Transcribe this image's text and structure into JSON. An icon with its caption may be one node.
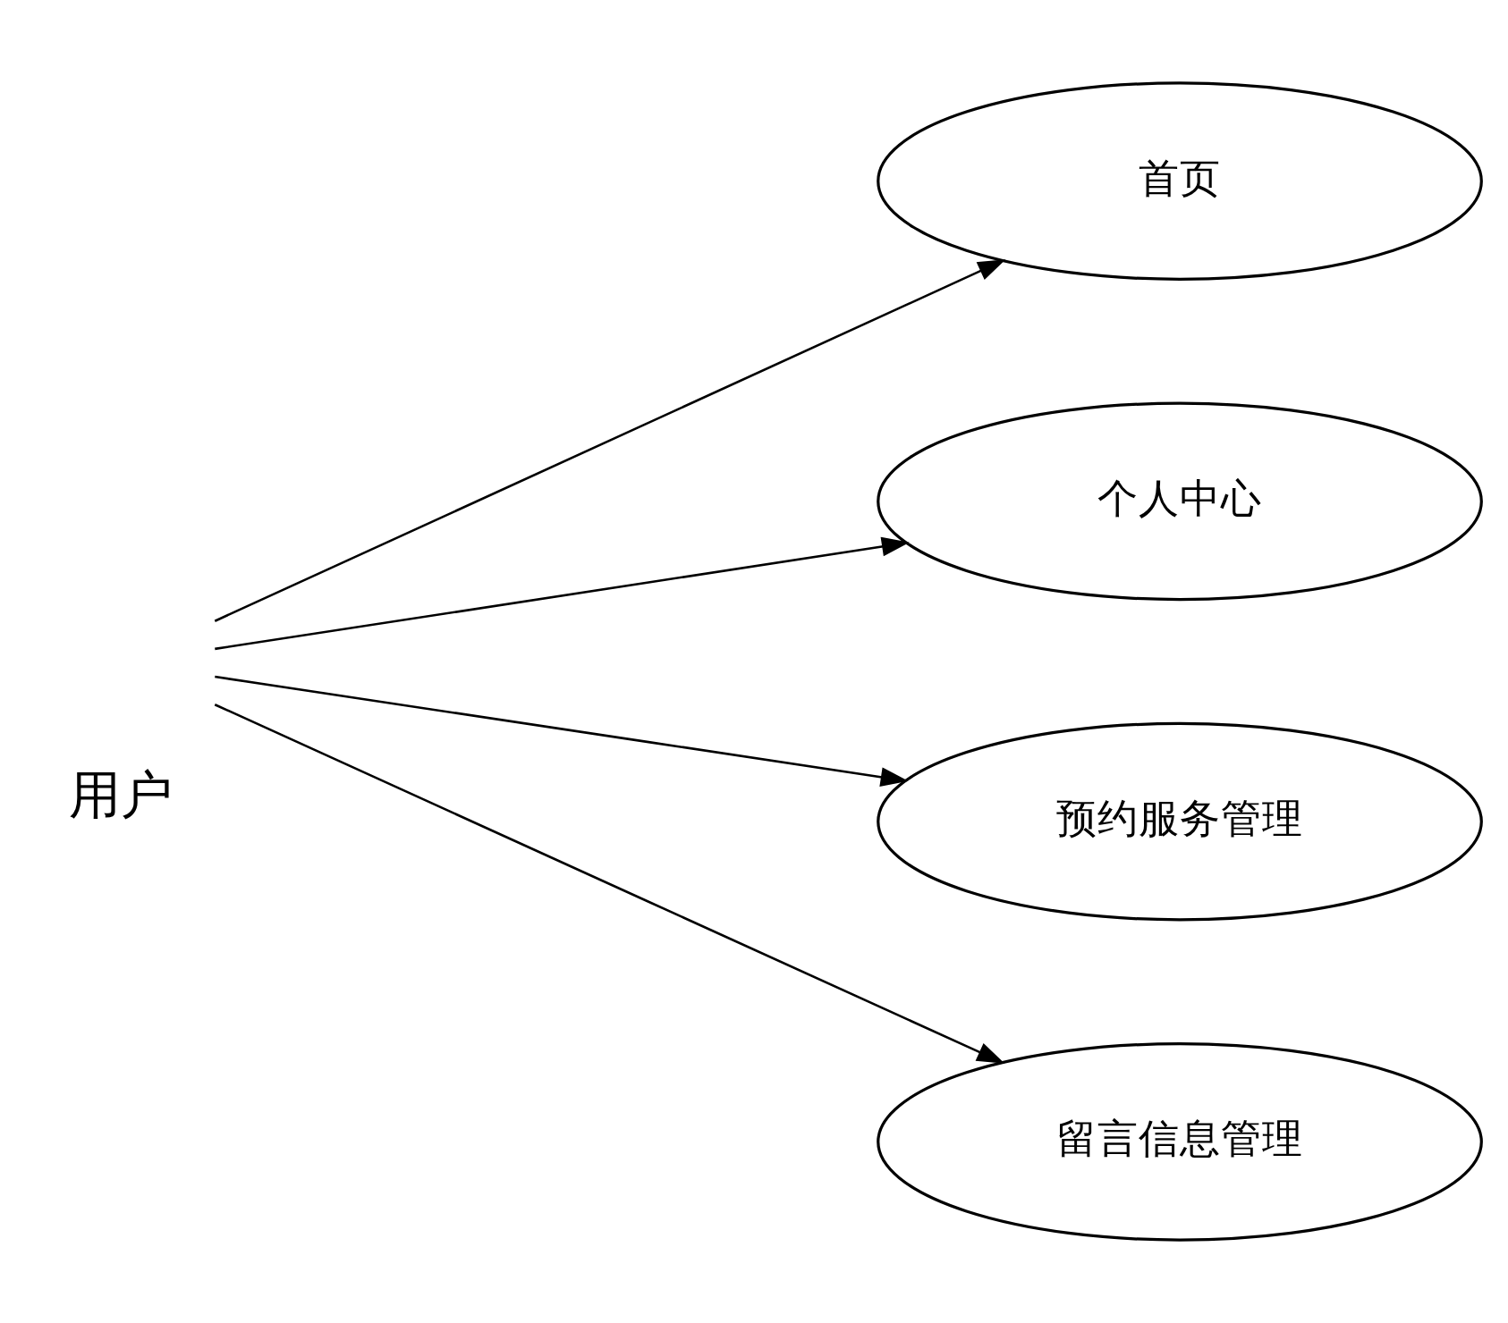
{
  "diagram": {
    "nodes": [
      {
        "text": [
          "用户"
        ]
      },
      {
        "text": [
          "首页"
        ]
      },
      {
        "text": [
          "个人中心"
        ]
      },
      {
        "text": [
          "预约服务管理"
        ]
      },
      {
        "text": [
          "留言信息管理"
        ]
      }
    ],
    "edges": [
      {
        "from": 0,
        "to": 1,
        "arrow": "to"
      },
      {
        "from": 0,
        "to": 2,
        "arrow": "to"
      },
      {
        "from": 0,
        "to": 3,
        "arrow": "to"
      },
      {
        "from": 0,
        "to": 4,
        "arrow": "to"
      }
    ]
  }
}
